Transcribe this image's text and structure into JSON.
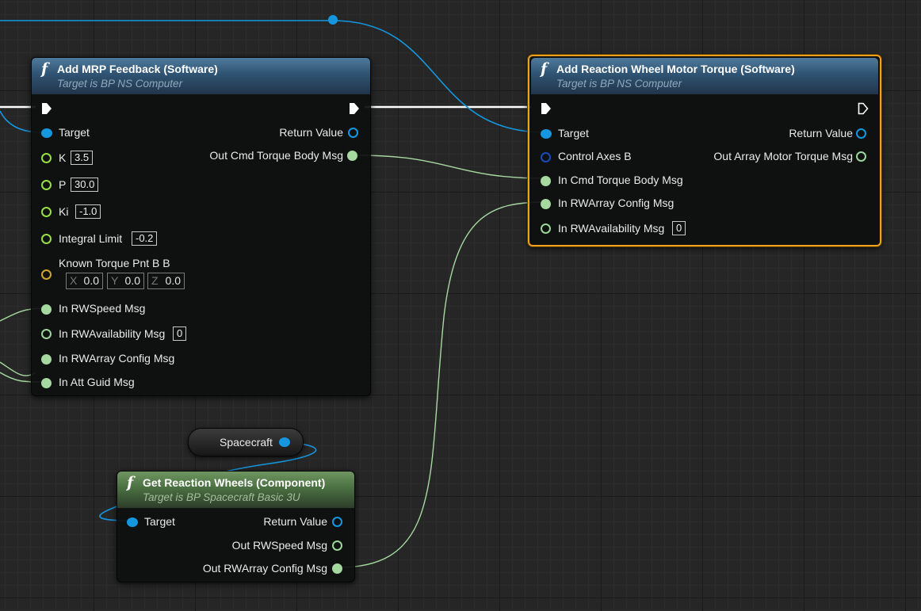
{
  "colors": {
    "object_pin": "#1597e0",
    "struct_pin": "#a5d9a0",
    "float_pin": "#97e043",
    "vector_pin": "#d2a52a",
    "selected_border": "#f0a21a"
  },
  "nodes": {
    "mrp": {
      "title": "Add MRP Feedback (Software)",
      "subtitle": "Target is BP NS Computer",
      "function_icon": "f",
      "inputs": {
        "target": "Target",
        "k": {
          "label": "K",
          "value": "3.5"
        },
        "p": {
          "label": "P",
          "value": "30.0"
        },
        "ki": {
          "label": "Ki",
          "value": "-1.0"
        },
        "integral_limit": {
          "label": "Integral Limit",
          "value": "-0.2"
        },
        "known_torque": {
          "label": "Known Torque Pnt B B",
          "x_label": "X",
          "x": "0.0",
          "y_label": "Y",
          "y": "0.0",
          "z_label": "Z",
          "z": "0.0"
        },
        "rwspeed": "In RWSpeed Msg",
        "rwavail": {
          "label": "In RWAvailability Msg",
          "value": "0"
        },
        "rwarray": "In RWArray Config Msg",
        "attguid": "In Att Guid Msg"
      },
      "outputs": {
        "return_value": "Return Value",
        "out_cmd": "Out Cmd Torque Body Msg"
      }
    },
    "rw_torque": {
      "title": "Add Reaction Wheel Motor Torque (Software)",
      "subtitle": "Target is BP NS Computer",
      "function_icon": "f",
      "inputs": {
        "target": "Target",
        "control_axes": "Control Axes B",
        "in_cmd": "In Cmd Torque Body Msg",
        "rwarray": "In RWArray Config Msg",
        "rwavail": {
          "label": "In RWAvailability Msg",
          "value": "0"
        }
      },
      "outputs": {
        "return_value": "Return Value",
        "out_array": "Out Array Motor Torque Msg"
      }
    },
    "spacecraft": {
      "label": "Spacecraft"
    },
    "get_rw": {
      "title": "Get Reaction Wheels (Component)",
      "subtitle": "Target is BP Spacecraft Basic 3U",
      "function_icon": "f",
      "inputs": {
        "target": "Target"
      },
      "outputs": {
        "return_value": "Return Value",
        "out_rwspeed": "Out RWSpeed Msg",
        "out_rwarray": "Out RWArray Config Msg"
      }
    }
  }
}
